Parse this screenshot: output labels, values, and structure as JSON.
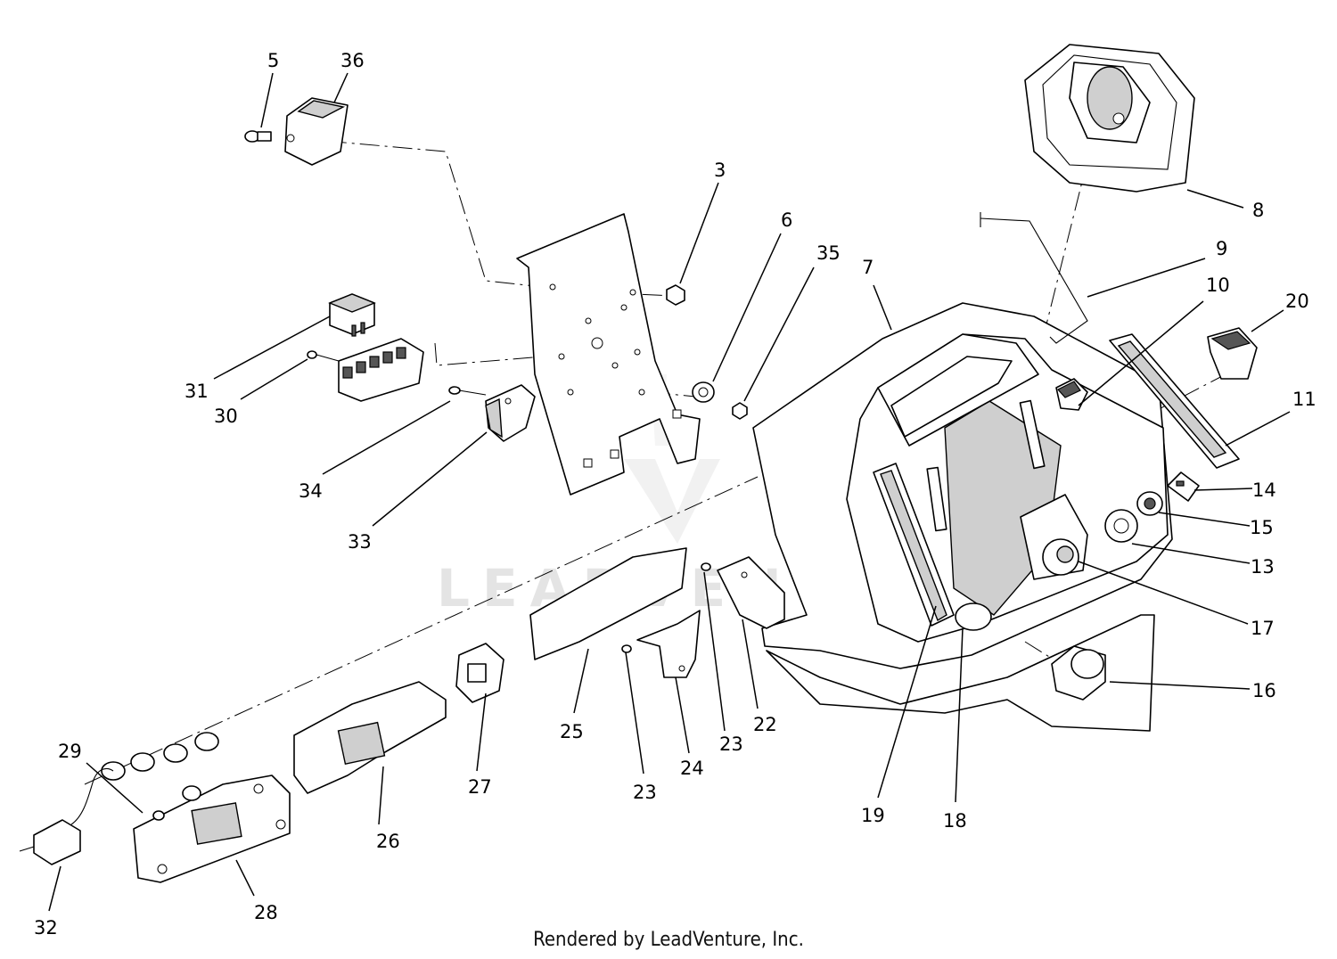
{
  "callouts": [
    {
      "id": "5",
      "label": "5"
    },
    {
      "id": "36",
      "label": "36"
    },
    {
      "id": "3",
      "label": "3"
    },
    {
      "id": "6",
      "label": "6"
    },
    {
      "id": "35",
      "label": "35"
    },
    {
      "id": "7",
      "label": "7"
    },
    {
      "id": "8",
      "label": "8"
    },
    {
      "id": "9",
      "label": "9"
    },
    {
      "id": "10",
      "label": "10"
    },
    {
      "id": "20",
      "label": "20"
    },
    {
      "id": "11",
      "label": "11"
    },
    {
      "id": "14",
      "label": "14"
    },
    {
      "id": "15",
      "label": "15"
    },
    {
      "id": "13",
      "label": "13"
    },
    {
      "id": "17",
      "label": "17"
    },
    {
      "id": "16",
      "label": "16"
    },
    {
      "id": "31",
      "label": "31"
    },
    {
      "id": "30",
      "label": "30"
    },
    {
      "id": "34",
      "label": "34"
    },
    {
      "id": "33",
      "label": "33"
    },
    {
      "id": "25",
      "label": "25"
    },
    {
      "id": "27",
      "label": "27"
    },
    {
      "id": "23a",
      "label": "23"
    },
    {
      "id": "23b",
      "label": "23"
    },
    {
      "id": "22",
      "label": "22"
    },
    {
      "id": "24",
      "label": "24"
    },
    {
      "id": "26",
      "label": "26"
    },
    {
      "id": "29",
      "label": "29"
    },
    {
      "id": "28",
      "label": "28"
    },
    {
      "id": "32",
      "label": "32"
    },
    {
      "id": "19",
      "label": "19"
    },
    {
      "id": "18",
      "label": "18"
    }
  ],
  "watermark": {
    "text": "LEADVENTURE"
  },
  "footer": {
    "text": "Rendered by LeadVenture, Inc."
  }
}
